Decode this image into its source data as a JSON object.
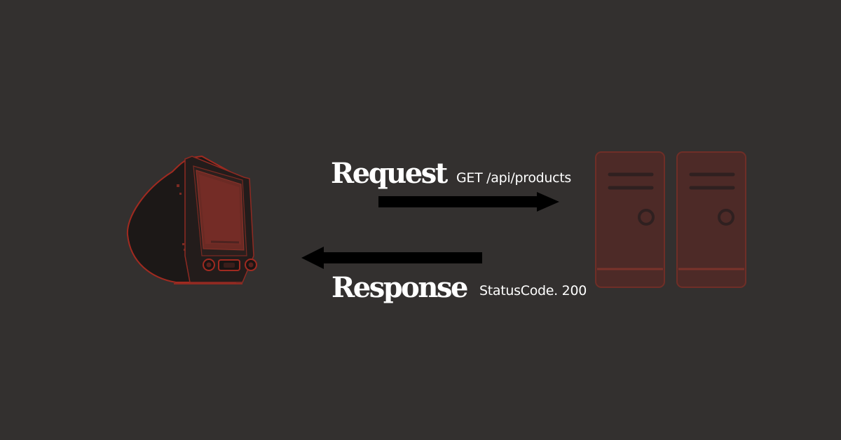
{
  "request": {
    "label": "Request",
    "detail": "GET /api/products"
  },
  "response": {
    "label": "Response",
    "detail": "StatusCode. 200"
  },
  "icons": {
    "client": "computer-icon",
    "server": "server-icon",
    "request_arrow": "arrow-right-icon",
    "response_arrow": "arrow-left-icon"
  },
  "colors": {
    "background": "#33302f",
    "accent_red": "#c0392b",
    "arrow": "#000000",
    "text": "#ffffff"
  }
}
